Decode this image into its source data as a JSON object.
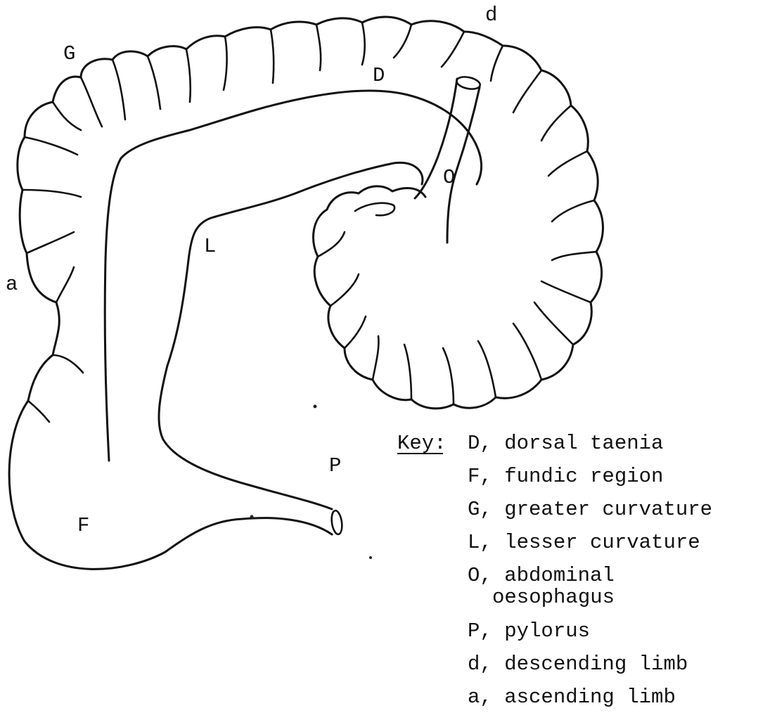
{
  "labels": {
    "G": "G",
    "d": "d",
    "D": "D",
    "O": "O",
    "L": "L",
    "a": "a",
    "P": "P",
    "F": "F"
  },
  "key": {
    "heading": "Key:",
    "items": [
      {
        "line1": "D, dorsal taenia"
      },
      {
        "line1": "F, fundic region"
      },
      {
        "line1": "G, greater curvature"
      },
      {
        "line1": "L, lesser curvature"
      },
      {
        "line1": "O, abdominal",
        "line2": "oesophagus"
      },
      {
        "line1": "P, pylorus"
      },
      {
        "line1": "d, descending limb"
      },
      {
        "line1": "a, ascending limb"
      }
    ]
  }
}
